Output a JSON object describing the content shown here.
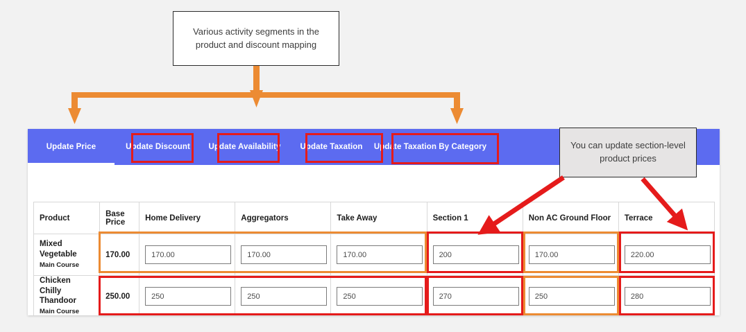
{
  "annotations": {
    "top_callout": "Various activity segments in the product and discount mapping",
    "right_callout": "You can update section-level product prices",
    "accent_orange": "#ec8b33",
    "accent_red": "#e51b1b"
  },
  "panel": {
    "brand_blue": "#5c6bf0",
    "tabs": [
      {
        "label": "Update Price",
        "active": true,
        "highlight": "none"
      },
      {
        "label": "Update Discount",
        "active": false,
        "highlight": "red"
      },
      {
        "label": "Update Availability",
        "active": false,
        "highlight": "red"
      },
      {
        "label": "Update Taxation",
        "active": false,
        "highlight": "red"
      },
      {
        "label": "Update Taxation By Category",
        "active": false,
        "highlight": "red"
      }
    ]
  },
  "table": {
    "columns": [
      "Product",
      "Base Price",
      "Home Delivery",
      "Aggregators",
      "Take Away",
      "Section 1",
      "Non AC Ground Floor",
      "Terrace"
    ],
    "header": {
      "product": "Product",
      "base_price_line1": "Base",
      "base_price_line2": "Price",
      "home_delivery": "Home Delivery",
      "aggregators": "Aggregators",
      "take_away": "Take Away",
      "section_1": "Section 1",
      "non_ac_ground_floor": "Non AC Ground Floor",
      "terrace": "Terrace"
    },
    "rows": [
      {
        "product_name": "Mixed Vegetable",
        "product_category": "Main Course",
        "base_price": "170.00",
        "home_delivery": "170.00",
        "aggregators": "170.00",
        "take_away": "170.00",
        "section_1": "200",
        "non_ac_ground_floor": "170.00",
        "terrace": "220.00"
      },
      {
        "product_name_line1": "Chicken Chilly",
        "product_name_line2": "Thandoor",
        "product_name": "Chicken Chilly Thandoor",
        "product_category": "Main Course",
        "base_price": "250.00",
        "home_delivery": "250",
        "aggregators": "250",
        "take_away": "250",
        "section_1": "270",
        "non_ac_ground_floor": "250",
        "terrace": "280"
      }
    ]
  }
}
